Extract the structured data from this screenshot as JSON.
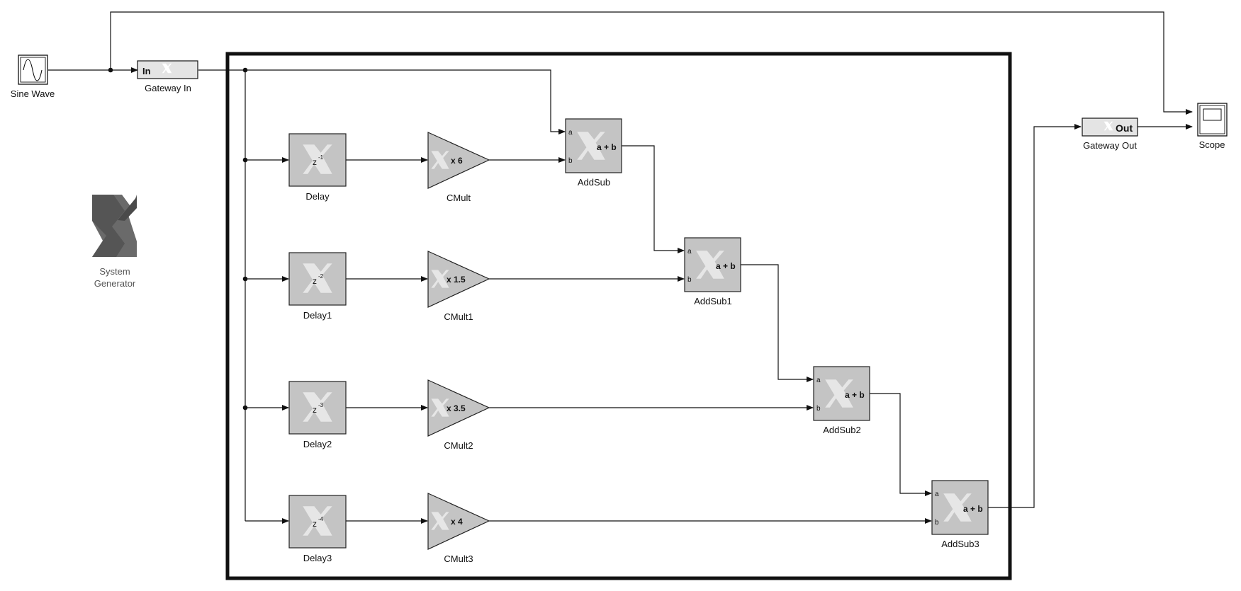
{
  "blocks": {
    "sine_wave": "Sine Wave",
    "gateway_in": "Gateway In",
    "gateway_in_text": "In",
    "gateway_out": "Gateway Out",
    "gateway_out_text": "Out",
    "scope": "Scope",
    "sysgen_line1": "System",
    "sysgen_line2": "Generator"
  },
  "delays": [
    {
      "label": "Delay",
      "z": "z",
      "exp": "-1"
    },
    {
      "label": "Delay1",
      "z": "z",
      "exp": "-2"
    },
    {
      "label": "Delay2",
      "z": "z",
      "exp": "-3"
    },
    {
      "label": "Delay3",
      "z": "z",
      "exp": "-4"
    }
  ],
  "cmults": [
    {
      "label": "CMult",
      "gain": "x 6"
    },
    {
      "label": "CMult1",
      "gain": "x 1.5"
    },
    {
      "label": "CMult2",
      "gain": "x 3.5"
    },
    {
      "label": "CMult3",
      "gain": "x 4"
    }
  ],
  "addsubs": [
    {
      "label": "AddSub",
      "op": "a + b",
      "port_a": "a",
      "port_b": "b"
    },
    {
      "label": "AddSub1",
      "op": "a + b",
      "port_a": "a",
      "port_b": "b"
    },
    {
      "label": "AddSub2",
      "op": "a + b",
      "port_a": "a",
      "port_b": "b"
    },
    {
      "label": "AddSub3",
      "op": "a + b",
      "port_a": "a",
      "port_b": "b"
    }
  ],
  "colors": {
    "block_fill": "#c4c4c4",
    "logo_dark": "#555555",
    "logo_light": "#e6e6e6"
  }
}
